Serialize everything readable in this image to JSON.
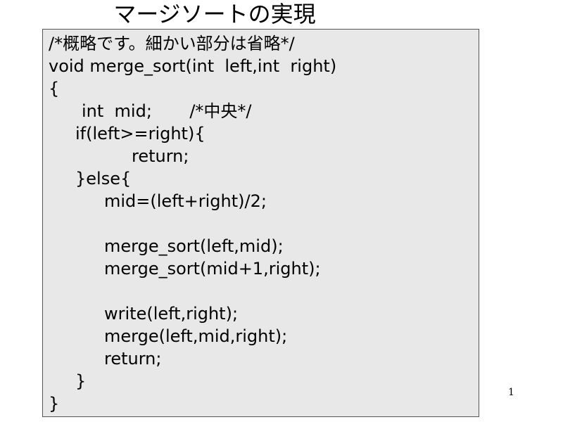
{
  "slide": {
    "title": "マージソートの実現",
    "page_number": "1"
  },
  "code": {
    "lines": [
      "/*概略です。細かい部分は省略*/",
      "void merge_sort(int  left,int  right)",
      "{",
      "int  mid;       /*中央*/",
      "if(left>=right){",
      "return;",
      "}else{",
      "mid=(left+right)/2;",
      "",
      "merge_sort(left,mid);",
      "merge_sort(mid+1,right);",
      "",
      "write(left,right);",
      "merge(left,mid,right);",
      "return;",
      "}",
      "}"
    ]
  }
}
